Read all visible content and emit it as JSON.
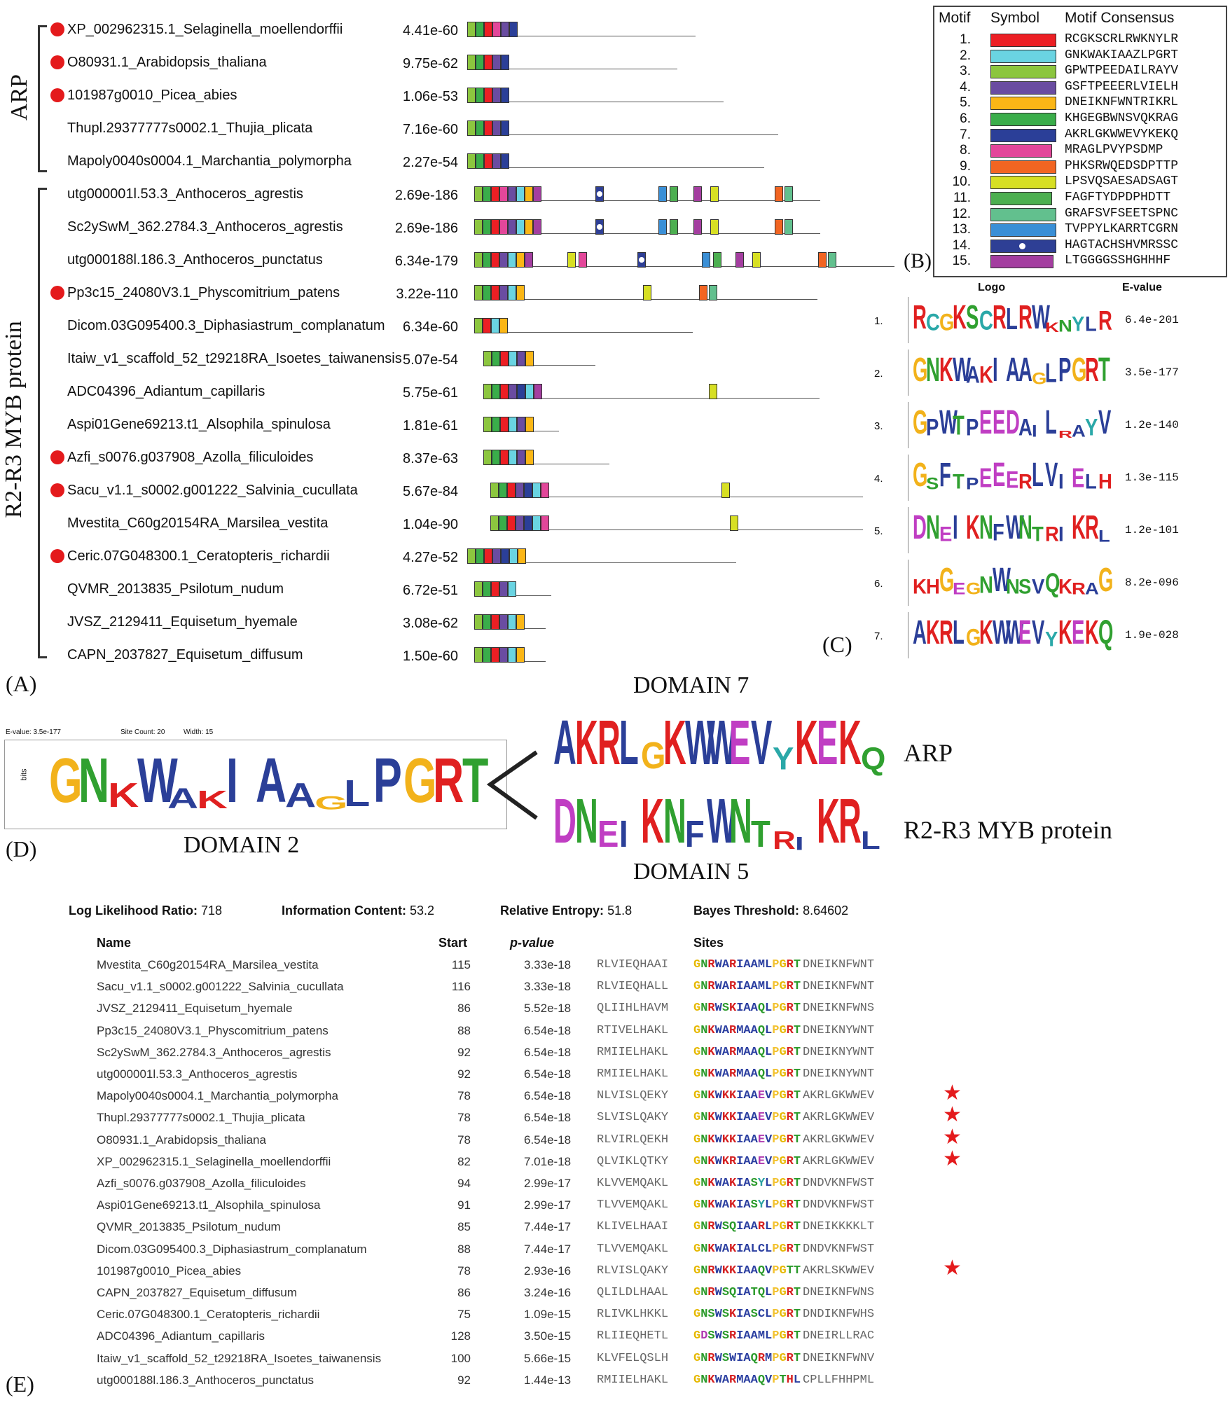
{
  "panels": {
    "a": "(A)",
    "b": "(B)",
    "c": "(C)",
    "d": "(D)",
    "e": "(E)"
  },
  "groups": {
    "arp": "ARP",
    "myb": "R2-R3 MYB protein"
  },
  "colors": {
    "dot": "#e41a1c",
    "motif": [
      "#ec1f24",
      "#6ad4e2",
      "#8cc63f",
      "#6a4ca1",
      "#fbb616",
      "#3aad4a",
      "#2b3f98",
      "#e3479a",
      "#f26522",
      "#d7df23",
      "#4caf50",
      "#62c08e",
      "#3a8fd6",
      "#2e3f95",
      "#a43ea0"
    ]
  },
  "proteins": [
    {
      "name": "XP_002962315.1_Selaginella_moellendorffii",
      "evalue": "4.41e-60",
      "dot": true
    },
    {
      "name": "O80931.1_Arabidopsis_thaliana",
      "evalue": "9.75e-62",
      "dot": true
    },
    {
      "name": "101987g0010_Picea_abies",
      "evalue": "1.06e-53",
      "dot": true
    },
    {
      "name": "Thupl.29377777s0002.1_Thujia_plicata",
      "evalue": "7.16e-60",
      "dot": false
    },
    {
      "name": "Mapoly0040s0004.1_Marchantia_polymorpha",
      "evalue": "2.27e-54",
      "dot": false
    },
    {
      "name": "utg000001l.53.3_Anthoceros_agrestis",
      "evalue": "2.69e-186",
      "dot": false
    },
    {
      "name": "Sc2ySwM_362.2784.3_Anthoceros_agrestis",
      "evalue": "2.69e-186",
      "dot": false
    },
    {
      "name": "utg000188l.186.3_Anthoceros_punctatus",
      "evalue": "6.34e-179",
      "dot": false
    },
    {
      "name": "Pp3c15_24080V3.1_Physcomitrium_patens",
      "evalue": "3.22e-110",
      "dot": true
    },
    {
      "name": "Dicom.03G095400.3_Diphasiastrum_complanatum",
      "evalue": "6.34e-60",
      "dot": false
    },
    {
      "name": "Itaiw_v1_scaffold_52_t29218RA_Isoetes_taiwanensis",
      "evalue": "5.07e-54",
      "dot": false
    },
    {
      "name": "ADC04396_Adiantum_capillaris",
      "evalue": "5.75e-61",
      "dot": false
    },
    {
      "name": "Aspi01Gene69213.t1_Alsophila_spinulosa",
      "evalue": "1.81e-61",
      "dot": false
    },
    {
      "name": "Azfi_s0076.g037908_Azolla_filiculoides",
      "evalue": "8.37e-63",
      "dot": true
    },
    {
      "name": "Sacu_v1.1_s0002.g001222_Salvinia_cucullata",
      "evalue": "5.67e-84",
      "dot": true
    },
    {
      "name": "Mvestita_C60g20154RA_Marsilea_vestita",
      "evalue": "1.04e-90",
      "dot": false
    },
    {
      "name": "Ceric.07G048300.1_Ceratopteris_richardii",
      "evalue": "4.27e-52",
      "dot": true
    },
    {
      "name": "QVMR_2013835_Psilotum_nudum",
      "evalue": "6.72e-51",
      "dot": false
    },
    {
      "name": "JVSZ_2129411_Equisetum_hyemale",
      "evalue": "3.08e-62",
      "dot": false
    },
    {
      "name": "CAPN_2037827_Equisetum_diffusum",
      "evalue": "1.50e-60",
      "dot": false
    }
  ],
  "legend": {
    "headers": {
      "motif": "Motif",
      "symbol": "Symbol",
      "consensus": "Motif Consensus"
    },
    "rows": [
      {
        "num": "1.",
        "consensus": "RCGKSCRLRWKNYLR",
        "color": "#ec1f24"
      },
      {
        "num": "2.",
        "consensus": "GNKWAKIAAZLPGRT",
        "color": "#6ad4e2"
      },
      {
        "num": "3.",
        "consensus": "GPWTPEEDAILRAYV",
        "color": "#8cc63f"
      },
      {
        "num": "4.",
        "consensus": "GSFTPEEERLVIELH",
        "color": "#6a4ca1"
      },
      {
        "num": "5.",
        "consensus": "DNEIKNFWNTRIKRL",
        "color": "#fbb616"
      },
      {
        "num": "6.",
        "consensus": "KHGEGBWNSVQKRAG",
        "color": "#3aad4a"
      },
      {
        "num": "7.",
        "consensus": "AKRLGKWWEVYKEKQ",
        "color": "#2b3f98"
      },
      {
        "num": "8.",
        "consensus": "MRAGLPVYPSDMP",
        "color": "#e3479a"
      },
      {
        "num": "9.",
        "consensus": "PHKSRWQEDSDPTTP",
        "color": "#f26522"
      },
      {
        "num": "10.",
        "consensus": "LPSVQSAESADSAGT",
        "color": "#d7df23"
      },
      {
        "num": "11.",
        "consensus": "FAGFTYDPDPHDTT",
        "color": "#4caf50"
      },
      {
        "num": "12.",
        "consensus": "GRAFSVFSEETSPNC",
        "color": "#62c08e"
      },
      {
        "num": "13.",
        "consensus": "TVPPYLKARRTCGRN",
        "color": "#3a8fd6"
      },
      {
        "num": "14.",
        "consensus": "HAGTACHSHVMRSSC",
        "color": "#2e3f95"
      },
      {
        "num": "15.",
        "consensus": "LTGGGGSSHGHHHF",
        "color": "#a43ea0"
      }
    ]
  },
  "logos": {
    "header_logo": "Logo",
    "header_evalue": "E-value",
    "rows": [
      {
        "num": "1.",
        "seq": "RCGKSCRLRWKNYLR",
        "evalue": "6.4e-201"
      },
      {
        "num": "2.",
        "seq": "GNKWAKIAAGLPGRT",
        "evalue": "3.5e-177"
      },
      {
        "num": "3.",
        "seq": "GPWTPEEDAILRAYV",
        "evalue": "1.2e-140"
      },
      {
        "num": "4.",
        "seq": "GSFTPEEERLVIELH",
        "evalue": "1.3e-115"
      },
      {
        "num": "5.",
        "seq": "DNEIKNFWNTRIKRL",
        "evalue": "1.2e-101"
      },
      {
        "num": "6.",
        "seq": "KHGEGNWNSVQKRAG",
        "evalue": "8.2e-096"
      },
      {
        "num": "7.",
        "seq": "AKRLGKWWEVYKEKQ",
        "evalue": "1.9e-028"
      }
    ]
  },
  "panel_d": {
    "meta_evalue": "E-value: 3.5e-177",
    "meta_sites": "Site Count: 20",
    "meta_width": "Width: 15",
    "bits_label": "bits",
    "domain2_seq": "GNKWAKIAAGLPGRT",
    "domain2": "DOMAIN 2",
    "domain7": "DOMAIN 7",
    "domain5": "DOMAIN 5",
    "domain7_seq": "AKRLGKWWEVYKEKQ",
    "domain5_seq": "DNEIKNFWNTRIKRL",
    "arp": "ARP",
    "myb": "R2-R3 MYB protein"
  },
  "panel_e": {
    "llr_label": "Log Likelihood Ratio:",
    "llr": "718",
    "ic_label": "Information Content:",
    "ic": "53.2",
    "re_label": "Relative Entropy:",
    "re": "51.8",
    "bt_label": "Bayes Threshold:",
    "bt": "8.64602",
    "headers": {
      "name": "Name",
      "start": "Start",
      "p": "p-value",
      "sites": "Sites"
    },
    "rows": [
      {
        "name": "Mvestita_C60g20154RA_Marsilea_vestita",
        "start": "115",
        "p": "3.33e-18",
        "left": "RLVIEQHAAI",
        "site": "GNRWARIAAMLPGRT",
        "right": "DNEIKNFWNT",
        "star": false
      },
      {
        "name": "Sacu_v1.1_s0002.g001222_Salvinia_cucullata",
        "start": "116",
        "p": "3.33e-18",
        "left": "RLVIEQHALL",
        "site": "GNRWARIAAMLPGRT",
        "right": "DNEIKNFWNT",
        "star": false
      },
      {
        "name": "JVSZ_2129411_Equisetum_hyemale",
        "start": "86",
        "p": "5.52e-18",
        "left": "QLIIHLHAVM",
        "site": "GNRWSKIAAQLPGRT",
        "right": "DNEIKNFWNS",
        "star": false
      },
      {
        "name": "Pp3c15_24080V3.1_Physcomitrium_patens",
        "start": "88",
        "p": "6.54e-18",
        "left": "RTIVELHAKL",
        "site": "GNKWARMAAQLPGRT",
        "right": "DNEIKNYWNT",
        "star": false
      },
      {
        "name": "Sc2ySwM_362.2784.3_Anthoceros_agrestis",
        "start": "92",
        "p": "6.54e-18",
        "left": "RMIIELHAKL",
        "site": "GNKWARMAAQLPGRT",
        "right": "DNEIKNYWNT",
        "star": false
      },
      {
        "name": "utg000001l.53.3_Anthoceros_agrestis",
        "start": "92",
        "p": "6.54e-18",
        "left": "RMIIELHAKL",
        "site": "GNKWARMAAQLPGRT",
        "right": "DNEIKNYWNT",
        "star": false
      },
      {
        "name": "Mapoly0040s0004.1_Marchantia_polymorpha",
        "start": "78",
        "p": "6.54e-18",
        "left": "NLVISLQEKY",
        "site": "GNKWKKIAAEVPGRT",
        "right": "AKRLGKWWEV",
        "star": true
      },
      {
        "name": "Thupl.29377777s0002.1_Thujia_plicata",
        "start": "78",
        "p": "6.54e-18",
        "left": "SLVISLQAKY",
        "site": "GNKWKKIAAEVPGRT",
        "right": "AKRLGKWWEV",
        "star": true
      },
      {
        "name": "O80931.1_Arabidopsis_thaliana",
        "start": "78",
        "p": "6.54e-18",
        "left": "RLVIRLQEKH",
        "site": "GNKWKKIAAEVPGRT",
        "right": "AKRLGKWWEV",
        "star": true
      },
      {
        "name": "XP_002962315.1_Selaginella_moellendorffii",
        "start": "82",
        "p": "7.01e-18",
        "left": "QLVIKLQTKY",
        "site": "GNKWKRIAAEVPGRT",
        "right": "AKRLGKWWEV",
        "star": true
      },
      {
        "name": "Azfi_s0076.g037908_Azolla_filiculoides",
        "start": "94",
        "p": "2.99e-17",
        "left": "KLVVEMQAKL",
        "site": "GNKWAKIASYLPGRT",
        "right": "DNDVKNFWST",
        "star": false
      },
      {
        "name": "Aspi01Gene69213.t1_Alsophila_spinulosa",
        "start": "91",
        "p": "2.99e-17",
        "left": "TLVVEMQAKL",
        "site": "GNKWAKIASYLPGRT",
        "right": "DNDVKNFWST",
        "star": false
      },
      {
        "name": "QVMR_2013835_Psilotum_nudum",
        "start": "85",
        "p": "7.44e-17",
        "left": "KLIVELHAAI",
        "site": "GNRWSQIAARLPGRT",
        "right": "DNEIKKKKLT",
        "star": false
      },
      {
        "name": "Dicom.03G095400.3_Diphasiastrum_complanatum",
        "start": "88",
        "p": "7.44e-17",
        "left": "TLVVEMQAKL",
        "site": "GNKWAKIALCLPGRT",
        "right": "DNDVKNFWST",
        "star": false
      },
      {
        "name": "101987g0010_Picea_abies",
        "start": "78",
        "p": "2.93e-16",
        "left": "RLVISLQAKY",
        "site": "GNRWKKIAAQVPGTT",
        "right": "AKRLSKWWEV",
        "star": true
      },
      {
        "name": "CAPN_2037827_Equisetum_diffusum",
        "start": "86",
        "p": "3.24e-16",
        "left": "QLILDLHAAL",
        "site": "GNRWSQIATQLPGRT",
        "right": "DNEIKNFWNS",
        "star": false
      },
      {
        "name": "Ceric.07G048300.1_Ceratopteris_richardii",
        "start": "75",
        "p": "1.09e-15",
        "left": "RLIVKLHKKL",
        "site": "GNSWSKIASCLPGRT",
        "right": "DNDIKNFWHS",
        "star": false
      },
      {
        "name": "ADC04396_Adiantum_capillaris",
        "start": "128",
        "p": "3.50e-15",
        "left": "RLIIEQHETL",
        "site": "GDSWSRIAAMLPGRT",
        "right": "DNEIRLLRAC",
        "star": false
      },
      {
        "name": "Itaiw_v1_scaffold_52_t29218RA_Isoetes_taiwanensis",
        "start": "100",
        "p": "5.66e-15",
        "left": "KLVFELQSLH",
        "site": "GNRWSWIAQRMPGRT",
        "right": "DNEIKNFWNV",
        "star": false
      },
      {
        "name": "utg000188l.186.3_Anthoceros_punctatus",
        "start": "92",
        "p": "1.44e-13",
        "left": "RMIIELHAKL",
        "site": "GNKWARMAAQVPTHL",
        "right": "CPLLFHHPML",
        "star": false
      }
    ]
  }
}
